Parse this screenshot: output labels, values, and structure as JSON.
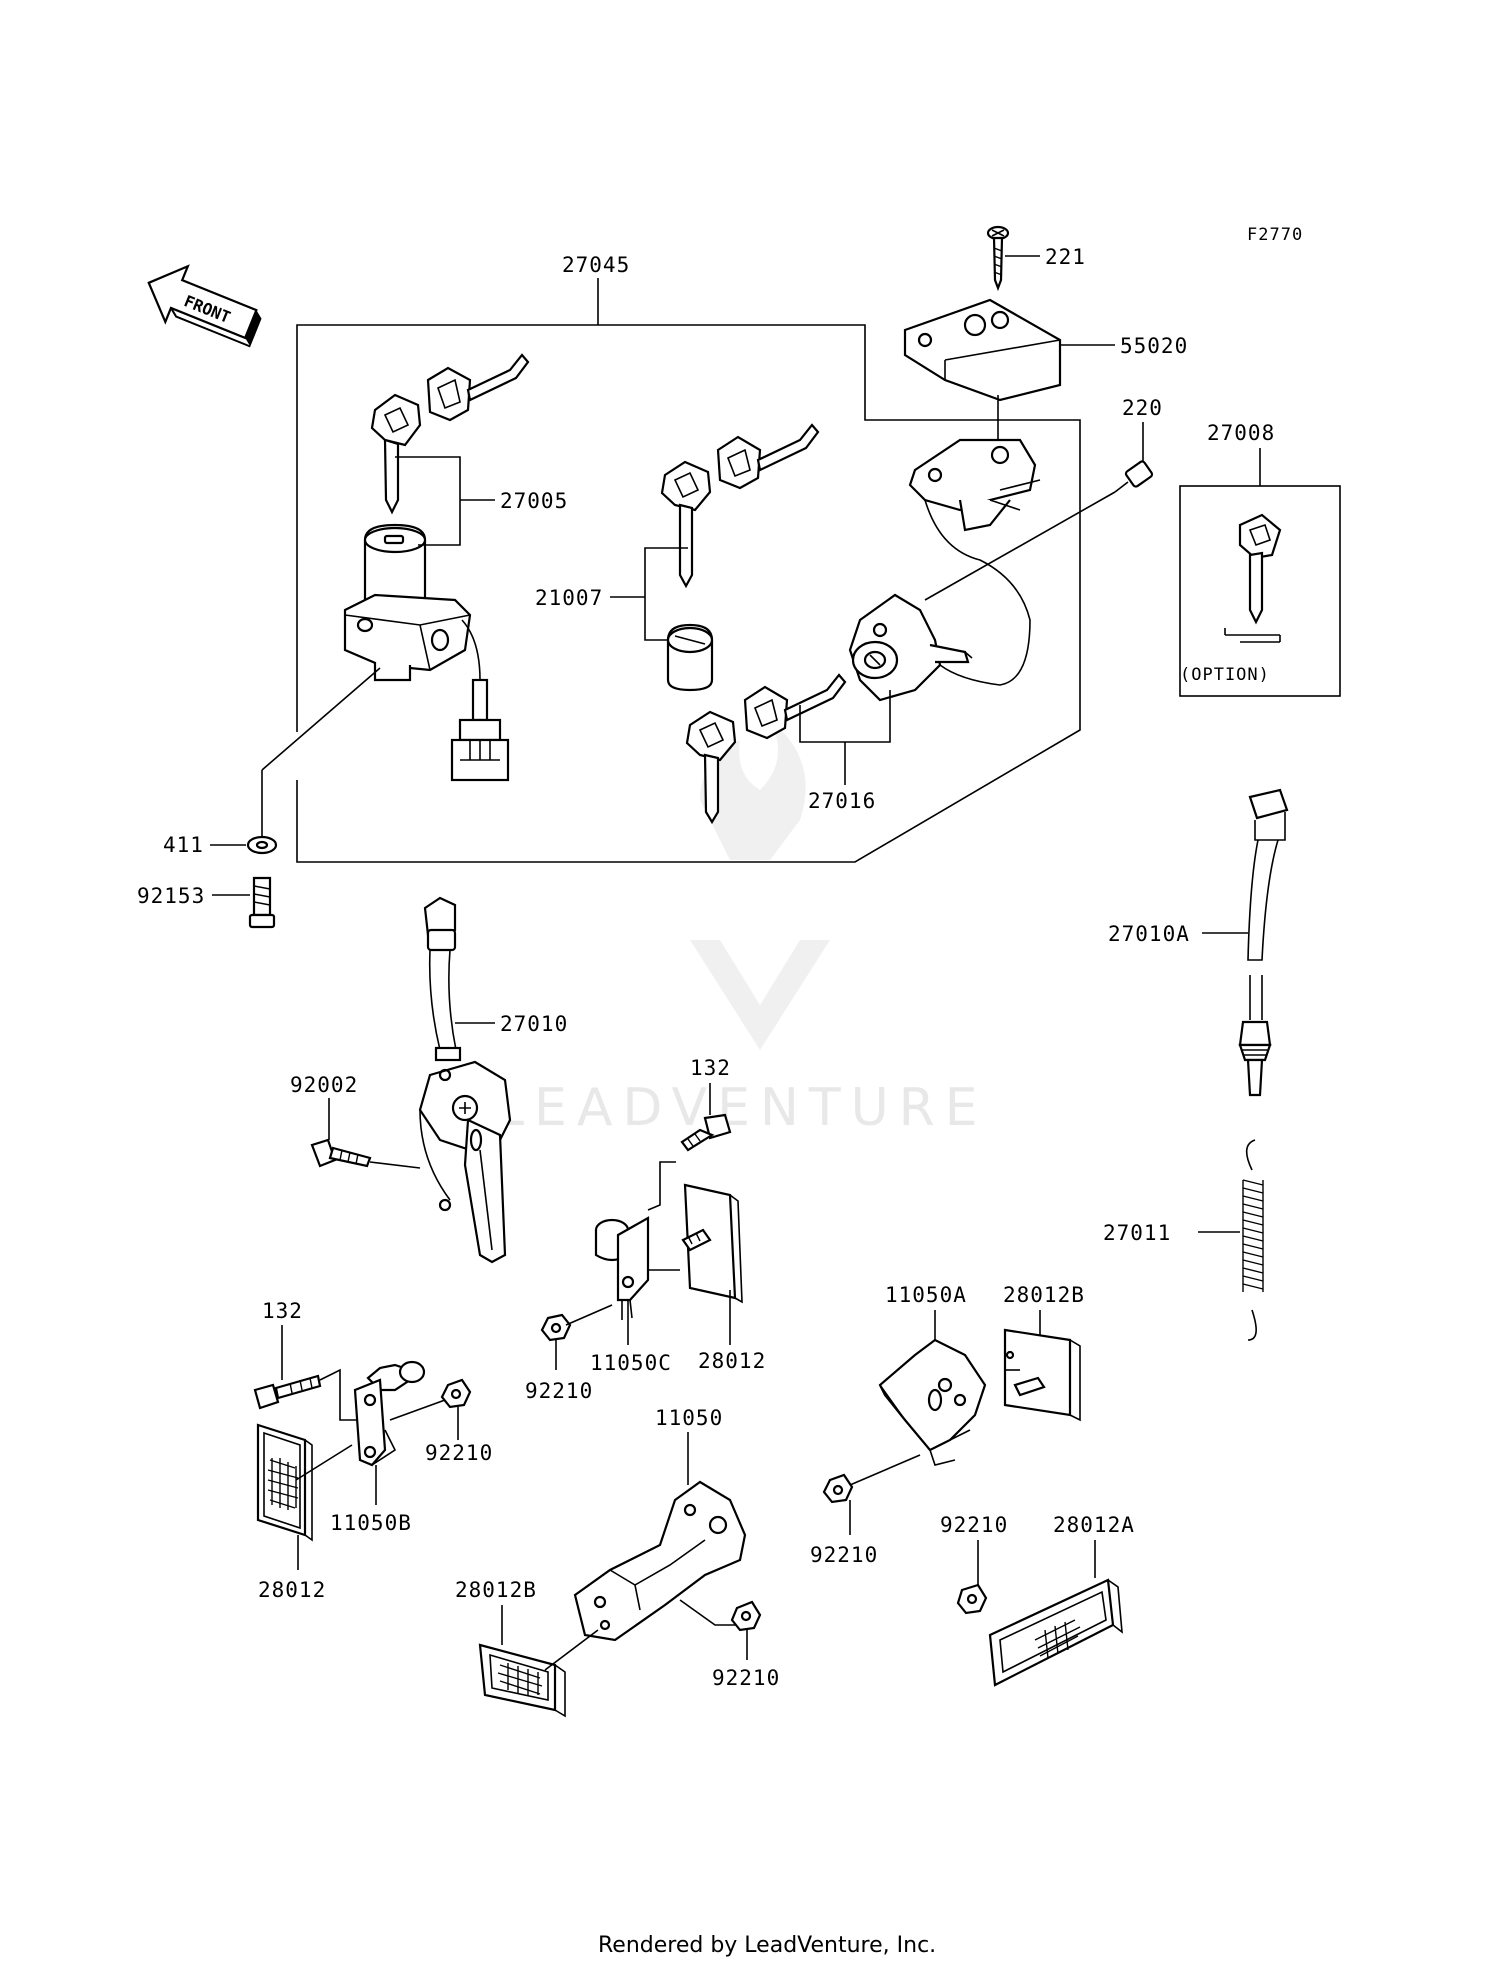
{
  "figure": {
    "code": "F2770",
    "front_label": "FRONT"
  },
  "watermark": "LEADVENTURE",
  "footer": "Rendered by LeadVenture, Inc.",
  "parts": {
    "p27045": "27045",
    "p221": "221",
    "p55020": "55020",
    "p220": "220",
    "p27008": "27008",
    "option": "(OPTION)",
    "p27005": "27005",
    "p21007": "21007",
    "p27016": "27016",
    "p411": "411",
    "p92153": "92153",
    "p27010A": "27010A",
    "p27010": "27010",
    "p92002": "92002",
    "p132a": "132",
    "p27011": "27011",
    "p132b": "132",
    "p11050C": "11050C",
    "p28012a": "28012",
    "p92210a": "92210",
    "p11050A": "11050A",
    "p28012B_a": "28012B",
    "p92210b": "92210",
    "p11050B": "11050B",
    "p28012b": "28012",
    "p11050": "11050",
    "p92210c": "92210",
    "p28012B_b": "28012B",
    "p92210d": "92210",
    "p92210e": "92210",
    "p28012A": "28012A"
  }
}
